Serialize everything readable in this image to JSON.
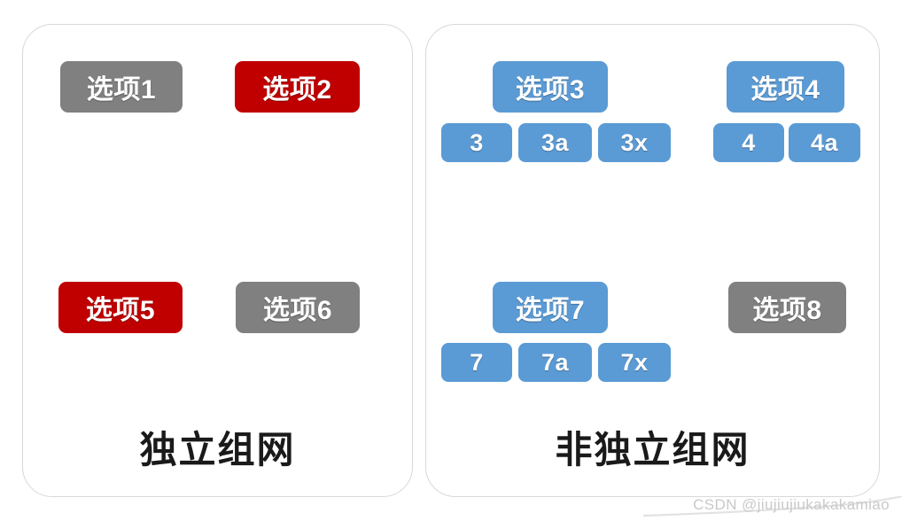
{
  "colors": {
    "gray": "#808080",
    "red": "#c00000",
    "blue": "#5b9bd5",
    "panel_border": "#d8d8d8",
    "background": "#ffffff",
    "caption_text": "#1a1a1a",
    "watermark_text": "#c9c9c9"
  },
  "panels": [
    {
      "id": "standalone",
      "caption": "独立组网",
      "chips": [
        {
          "label": "选项1",
          "color": "gray"
        },
        {
          "label": "选项2",
          "color": "red"
        },
        {
          "label": "选项5",
          "color": "red"
        },
        {
          "label": "选项6",
          "color": "gray"
        }
      ]
    },
    {
      "id": "nonstandalone",
      "caption": "非独立组网",
      "chips": [
        {
          "label": "选项3",
          "color": "blue"
        },
        {
          "label": "选项4",
          "color": "blue"
        },
        {
          "label": "选项7",
          "color": "blue"
        },
        {
          "label": "选项8",
          "color": "gray"
        }
      ],
      "subchips": [
        {
          "label": "3",
          "color": "blue",
          "parent": "选项3"
        },
        {
          "label": "3a",
          "color": "blue",
          "parent": "选项3"
        },
        {
          "label": "3x",
          "color": "blue",
          "parent": "选项3"
        },
        {
          "label": "4",
          "color": "blue",
          "parent": "选项4"
        },
        {
          "label": "4a",
          "color": "blue",
          "parent": "选项4"
        },
        {
          "label": "7",
          "color": "blue",
          "parent": "选项7"
        },
        {
          "label": "7a",
          "color": "blue",
          "parent": "选项7"
        },
        {
          "label": "7x",
          "color": "blue",
          "parent": "选项7"
        }
      ]
    }
  ],
  "watermark": {
    "text": "CSDN @jiujiujiukakakamiao"
  }
}
